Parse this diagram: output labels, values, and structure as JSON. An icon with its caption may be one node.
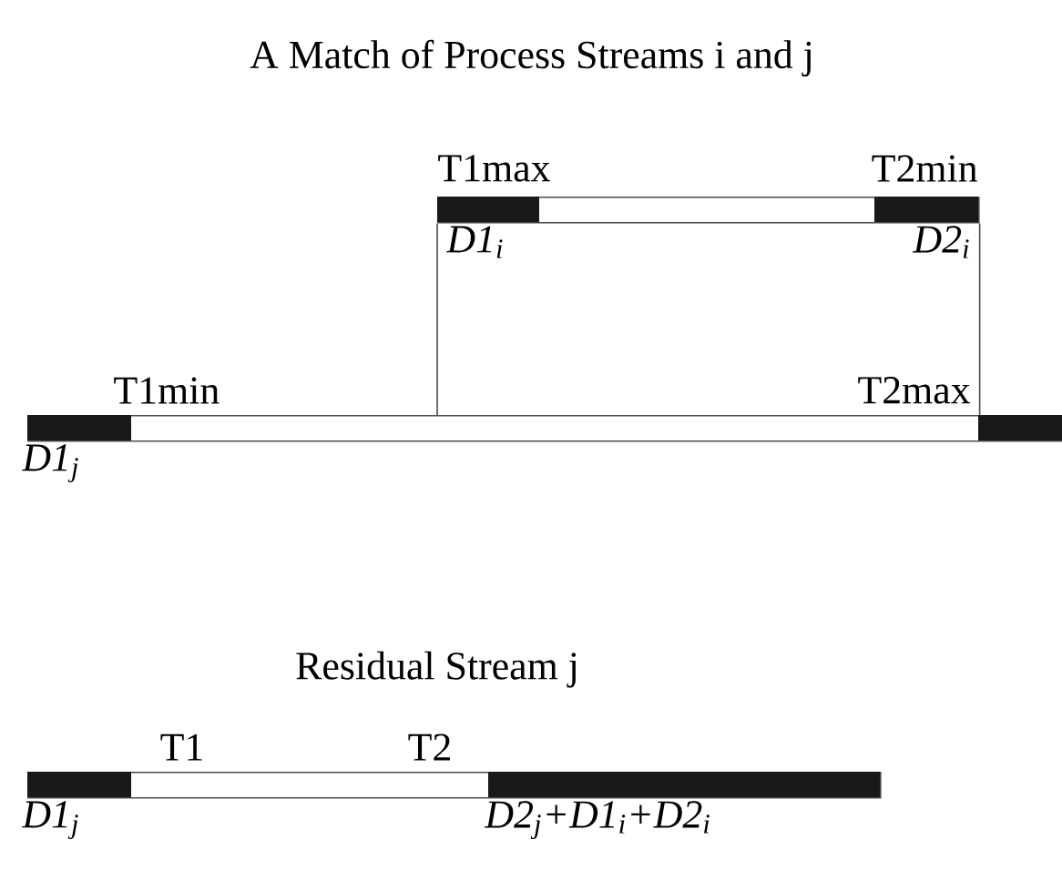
{
  "diagram": {
    "title": "A Match of Process Streams i and j",
    "nodes": [
      {
        "text": [],
        "shape": "bar",
        "beside": [
          "T1max",
          "T2min",
          "D1$_{i}$",
          "D2$_{i}$"
        ]
      },
      {
        "text": [],
        "shape": "bar",
        "beside": [
          "T1min",
          "T2max",
          "D1$_{j}$"
        ]
      },
      {
        "text": [],
        "shape": "bar",
        "beside": [
          "Residual Stream j",
          "T1",
          "T2",
          "D1$_{j}$",
          "D2$_{j}$+D1$_{i}$+D2$_{i}$"
        ]
      }
    ],
    "edges": [
      {
        "from": 0,
        "to": 1,
        "arrow": "none"
      },
      {
        "from": 0,
        "to": 1,
        "arrow": "none"
      }
    ]
  }
}
